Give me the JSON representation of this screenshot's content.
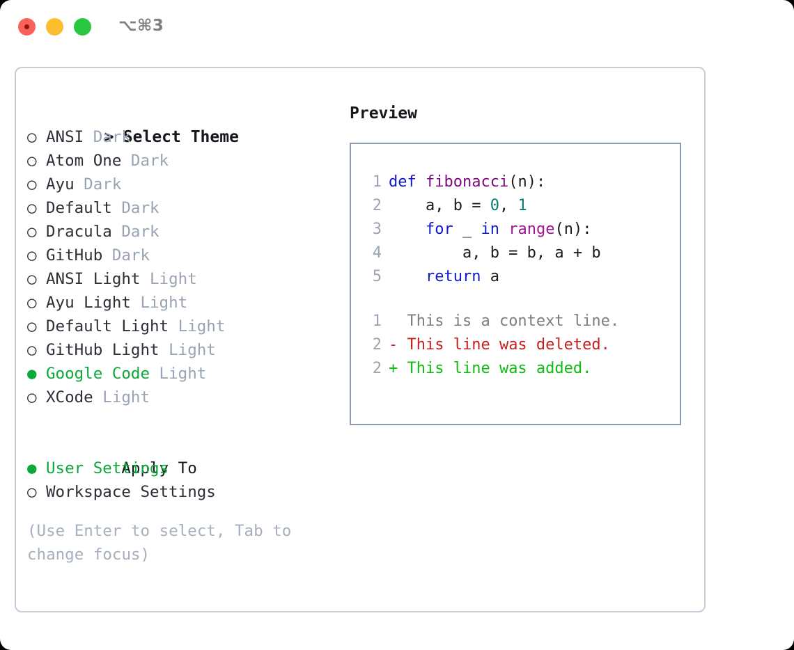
{
  "titlebar": {
    "shortcut": "⌥⌘3",
    "controls": [
      {
        "name": "close",
        "color": "#fa6259"
      },
      {
        "name": "minimize",
        "color": "#fcbd2e"
      },
      {
        "name": "maximize",
        "color": "#28c840"
      }
    ]
  },
  "theme_picker": {
    "header": "Select Theme",
    "header_marker": ">",
    "marker_selected": "●",
    "marker_unselected": "○",
    "options": [
      {
        "name": "ANSI",
        "tag": "Dark",
        "selected": false
      },
      {
        "name": "Atom One",
        "tag": "Dark",
        "selected": false
      },
      {
        "name": "Ayu",
        "tag": "Dark",
        "selected": false
      },
      {
        "name": "Default",
        "tag": "Dark",
        "selected": false
      },
      {
        "name": "Dracula",
        "tag": "Dark",
        "selected": false
      },
      {
        "name": "GitHub",
        "tag": "Dark",
        "selected": false
      },
      {
        "name": "ANSI Light",
        "tag": "Light",
        "selected": false
      },
      {
        "name": "Ayu Light",
        "tag": "Light",
        "selected": false
      },
      {
        "name": "Default Light",
        "tag": "Light",
        "selected": false
      },
      {
        "name": "GitHub Light",
        "tag": "Light",
        "selected": false
      },
      {
        "name": "Google Code",
        "tag": "Light",
        "selected": true
      },
      {
        "name": "XCode",
        "tag": "Light",
        "selected": false
      }
    ]
  },
  "apply_to": {
    "header": "Apply To",
    "options": [
      {
        "name": "User Settings",
        "selected": true
      },
      {
        "name": "Workspace Settings",
        "selected": false
      }
    ]
  },
  "hint": "(Use Enter to select, Tab to change focus)",
  "preview": {
    "header": "Preview",
    "code_lines": [
      {
        "num": "1",
        "tokens": [
          {
            "text": "def ",
            "type": "kw"
          },
          {
            "text": "fibonacci",
            "type": "fn"
          },
          {
            "text": "(n):",
            "type": "plain"
          }
        ]
      },
      {
        "num": "2",
        "tokens": [
          {
            "text": "    a, b = ",
            "type": "plain"
          },
          {
            "text": "0",
            "type": "num"
          },
          {
            "text": ", ",
            "type": "plain"
          },
          {
            "text": "1",
            "type": "num"
          }
        ]
      },
      {
        "num": "3",
        "tokens": [
          {
            "text": "    ",
            "type": "plain"
          },
          {
            "text": "for",
            "type": "kw"
          },
          {
            "text": " _ ",
            "type": "plain"
          },
          {
            "text": "in",
            "type": "kw"
          },
          {
            "text": " ",
            "type": "plain"
          },
          {
            "text": "range",
            "type": "builtin"
          },
          {
            "text": "(n):",
            "type": "plain"
          }
        ]
      },
      {
        "num": "4",
        "tokens": [
          {
            "text": "        a, b = b, a + b",
            "type": "plain"
          }
        ]
      },
      {
        "num": "5",
        "tokens": [
          {
            "text": "    ",
            "type": "plain"
          },
          {
            "text": "return",
            "type": "kw"
          },
          {
            "text": " a",
            "type": "plain"
          }
        ]
      }
    ],
    "diff_lines": [
      {
        "num": "1",
        "sign": " ",
        "text": " This is a context line.",
        "type": "context"
      },
      {
        "num": "2",
        "sign": "-",
        "text": " This line was deleted.",
        "type": "deleted"
      },
      {
        "num": "2",
        "sign": "+",
        "text": " This line was added.",
        "type": "added"
      }
    ]
  },
  "colors": {
    "accent_green": "#0ea83a",
    "tag_gray": "#98a3b3",
    "hint_gray": "#a6b0bd",
    "panel_border": "#c6ccd6",
    "preview_border": "#8e9cae",
    "keyword_blue": "#0f19c8",
    "function_purple": "#7d0a7d",
    "builtin_magenta": "#a0158f",
    "number_teal": "#0b7a75",
    "diff_deleted_red": "#c62020",
    "diff_added_green": "#11bb11",
    "diff_context_gray": "#7e7e7e"
  }
}
